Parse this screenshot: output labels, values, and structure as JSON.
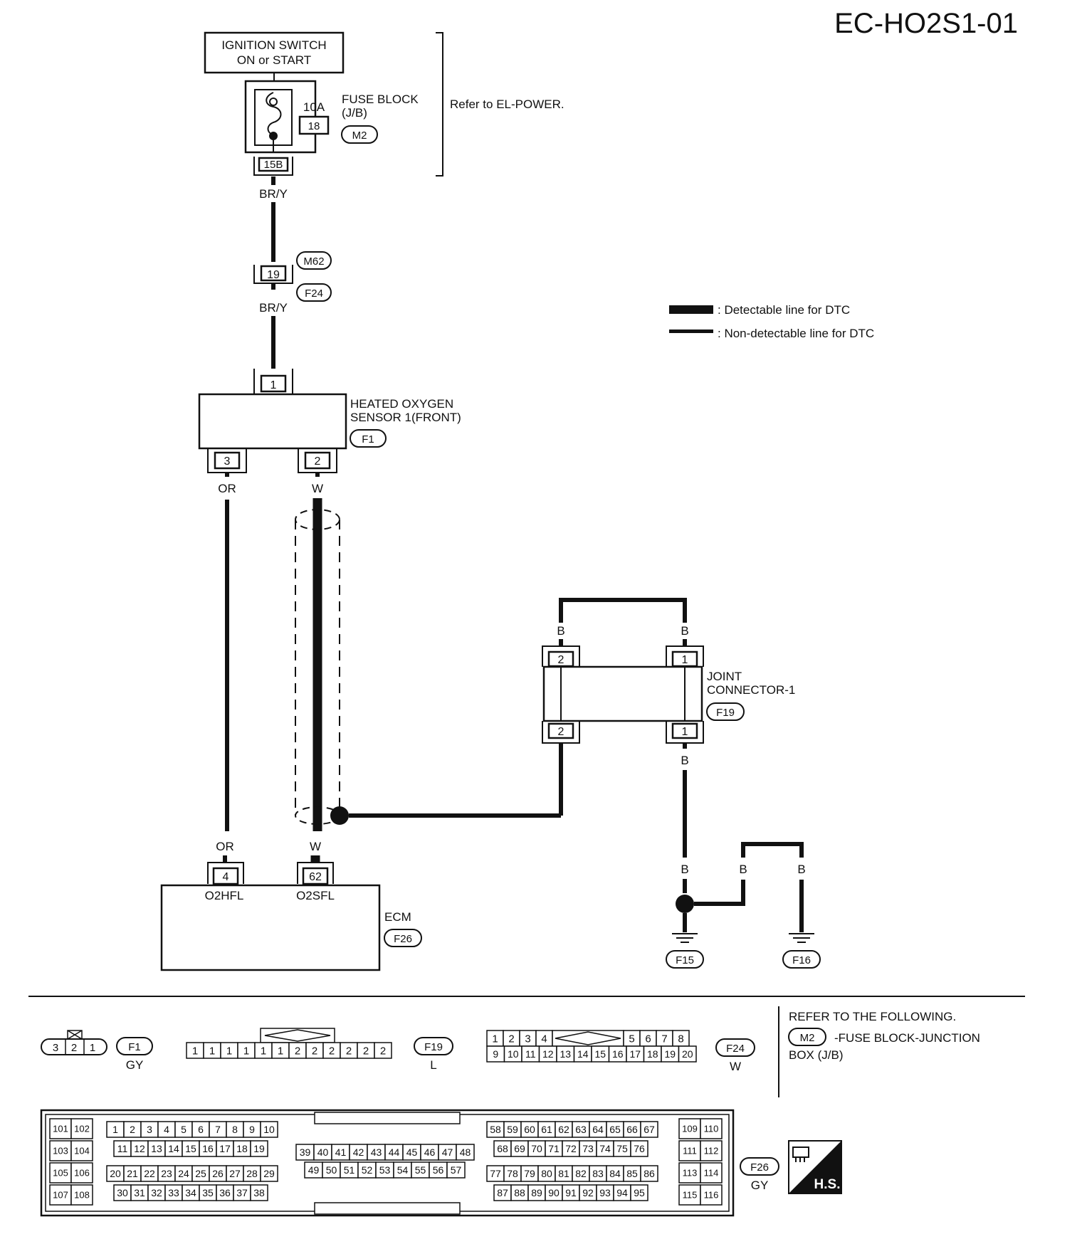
{
  "page_code": "EC-HO2S1-01",
  "ignition": {
    "line1": "IGNITION SWITCH",
    "line2": "ON or START"
  },
  "fuse": {
    "amp": "10A",
    "number": "18",
    "name1": "FUSE BLOCK",
    "name2": "(J/B)",
    "conn": "M2",
    "pin": "15B"
  },
  "refer_el_power": "Refer to EL-POWER.",
  "wires": {
    "bry": "BR/Y",
    "or": "OR",
    "w": "W",
    "b": "B"
  },
  "junction": {
    "pin": "19",
    "conn_a": "M62",
    "conn_b": "F24"
  },
  "legend": {
    "detectable": ": Detectable line for DTC",
    "non_detectable": ": Non-detectable line for DTC"
  },
  "sensor": {
    "name1": "HEATED OXYGEN",
    "name2": "SENSOR 1(FRONT)",
    "conn": "F1",
    "pin_top": "1",
    "pin_left": "3",
    "pin_right": "2"
  },
  "joint": {
    "name1": "JOINT",
    "name2": "CONNECTOR-1",
    "conn": "F19",
    "pin2": "2",
    "pin1": "1"
  },
  "ecm": {
    "name": "ECM",
    "conn": "F26",
    "pin4": "4",
    "pin62": "62",
    "label4": "O2HFL",
    "label62": "O2SFL"
  },
  "grounds": {
    "f15": "F15",
    "f16": "F16"
  },
  "views": {
    "f1": {
      "pins": [
        "3",
        "2",
        "1"
      ],
      "conn": "F1",
      "color": "GY"
    },
    "f19": {
      "pins": [
        "1",
        "1",
        "1",
        "1",
        "1",
        "1",
        "2",
        "2",
        "2",
        "2",
        "2",
        "2"
      ],
      "conn": "F19",
      "color": "L"
    },
    "f24": {
      "top": [
        "1",
        "2",
        "3",
        "4",
        "5",
        "6",
        "7",
        "8"
      ],
      "bottom": [
        "9",
        "10",
        "11",
        "12",
        "13",
        "14",
        "15",
        "16",
        "17",
        "18",
        "19",
        "20"
      ],
      "conn": "F24",
      "color": "W"
    },
    "f26": {
      "conn": "F26",
      "color": "GY",
      "left_pairs": [
        [
          "101",
          "102"
        ],
        [
          "103",
          "104"
        ],
        [
          "105",
          "106"
        ],
        [
          "107",
          "108"
        ]
      ],
      "row1": [
        "1",
        "2",
        "3",
        "4",
        "5",
        "6",
        "7",
        "8",
        "9",
        "10"
      ],
      "row2": [
        "11",
        "12",
        "13",
        "14",
        "15",
        "16",
        "17",
        "18",
        "19"
      ],
      "row3": [
        "20",
        "21",
        "22",
        "23",
        "24",
        "25",
        "26",
        "27",
        "28",
        "29"
      ],
      "row4": [
        "30",
        "31",
        "32",
        "33",
        "34",
        "35",
        "36",
        "37",
        "38"
      ],
      "mid1": [
        "39",
        "40",
        "41",
        "42",
        "43",
        "44",
        "45",
        "46",
        "47",
        "48"
      ],
      "mid2": [
        "49",
        "50",
        "51",
        "52",
        "53",
        "54",
        "55",
        "56",
        "57"
      ],
      "r1": [
        "58",
        "59",
        "60",
        "61",
        "62",
        "63",
        "64",
        "65",
        "66",
        "67"
      ],
      "r2": [
        "68",
        "69",
        "70",
        "71",
        "72",
        "73",
        "74",
        "75",
        "76"
      ],
      "r3": [
        "77",
        "78",
        "79",
        "80",
        "81",
        "82",
        "83",
        "84",
        "85",
        "86"
      ],
      "r4": [
        "87",
        "88",
        "89",
        "90",
        "91",
        "92",
        "93",
        "94",
        "95"
      ],
      "right_pairs": [
        [
          "109",
          "110"
        ],
        [
          "111",
          "112"
        ],
        [
          "113",
          "114"
        ],
        [
          "115",
          "116"
        ]
      ]
    }
  },
  "refer": {
    "line1": "REFER TO THE FOLLOWING.",
    "conn": "M2",
    "line2": "-FUSE BLOCK-JUNCTION",
    "line3": "BOX (J/B)"
  },
  "hs_label": "H.S."
}
